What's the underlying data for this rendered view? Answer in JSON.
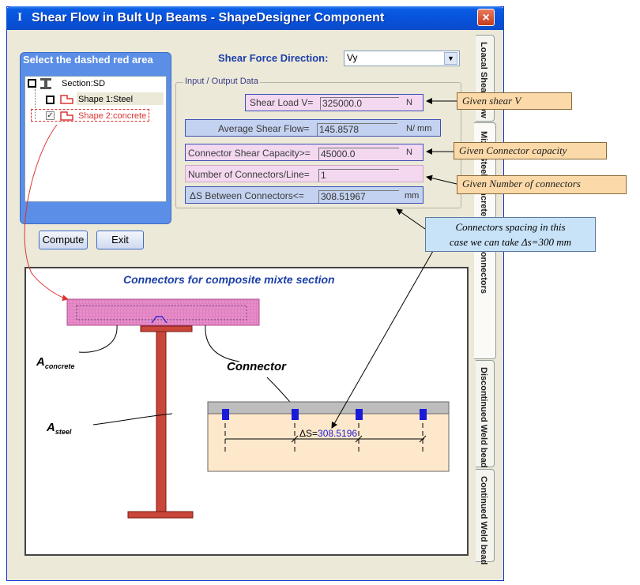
{
  "window": {
    "title": "Shear Flow in Bult Up Beams - ShapeDesigner Component",
    "app_icon": "I",
    "close_icon": "×"
  },
  "select_panel": {
    "title": "Select the dashed red area",
    "tree": {
      "root": "Section:SD",
      "items": [
        {
          "label": "Shape 1:Steel",
          "checked": false
        },
        {
          "label": "Shape 2:concrete",
          "checked": true
        }
      ]
    }
  },
  "buttons": {
    "compute": "Compute",
    "exit": "Exit"
  },
  "shear_direction": {
    "label": "Shear Force Direction:",
    "value": "Vy"
  },
  "io_group": {
    "legend": "Input / Output Data",
    "rows": [
      {
        "label": "Shear Load V=",
        "value": "325000.0",
        "unit": "N"
      },
      {
        "label": "Average Shear Flow=",
        "value": "145.8578",
        "unit": "N/ mm"
      },
      {
        "label": "Connector Shear Capacity>=",
        "value": "45000.0",
        "unit": "N"
      },
      {
        "label": "Number of Connectors/Line=",
        "value": "1",
        "unit": ""
      },
      {
        "label": "ΔS  Between Connectors<=",
        "value": "308.51967",
        "unit": "mm"
      }
    ]
  },
  "notes": {
    "shear": "Given shear V",
    "capacity": "Given Connector capacity",
    "number": "Given Number of connectors",
    "spacing_line1": "Connectors  spacing  in  this",
    "spacing_line2": "case we can take Δs=300 mm"
  },
  "tabs": [
    "Loacal Shear Flow",
    "Mixte Steel Concrete Shear Connectors",
    "Discontinued Weld bead",
    "Continued Weld bead"
  ],
  "drawing": {
    "title": "Connectors for composite mixte section",
    "a_concrete_main": "A",
    "a_concrete_sub": "concrete",
    "a_steel_main": "A",
    "a_steel_sub": "steel",
    "connector_label": "Connector",
    "delta_s_label": "ΔS=",
    "delta_s_value": "308.5196"
  },
  "colors": {
    "titlebar": "#0751d9",
    "panel_blue": "#5b8ee6",
    "note_fill": "#fbd9a8",
    "steel": "#c8463a",
    "concrete": "#e88cc9",
    "connector": "#1a1ad9"
  }
}
